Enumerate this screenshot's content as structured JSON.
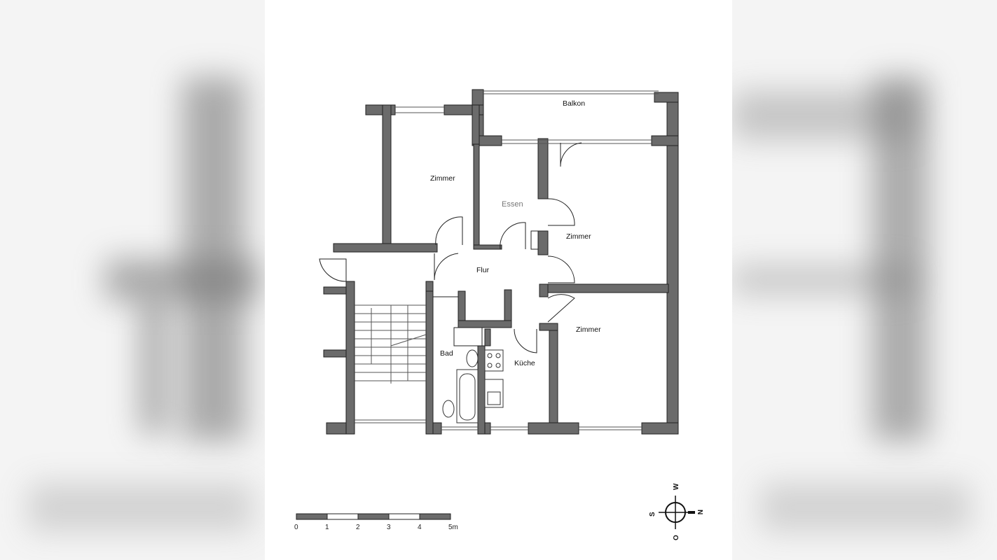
{
  "rooms": {
    "balkon": "Balkon",
    "zimmer_1": "Zimmer",
    "essen": "Essen",
    "zimmer_2": "Zimmer",
    "flur": "Flur",
    "zimmer_3": "Zimmer",
    "bad": "Bad",
    "kueche": "Küche"
  },
  "scale_bar": {
    "ticks": [
      "0",
      "1",
      "2",
      "3",
      "4",
      "5m"
    ]
  },
  "compass": {
    "top": "W",
    "left": "S",
    "right": "N",
    "bottom": "O"
  },
  "colors": {
    "wall": "#6b6b6b",
    "wall_outline": "#222222",
    "background": "#ffffff"
  }
}
